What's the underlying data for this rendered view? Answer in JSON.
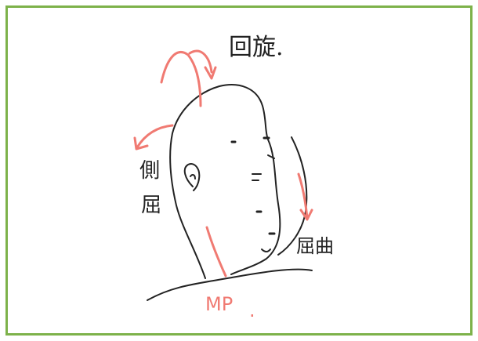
{
  "colors": {
    "border": "#7db24a",
    "ink": "#222222",
    "annotation_red": "#f07a72",
    "background": "#ffffff"
  },
  "labels": {
    "rotation": "回旋.",
    "lateral_flexion_line1": "側",
    "lateral_flexion_line2": "屈",
    "flexion": "屈曲",
    "joint": "MP",
    "joint_dot": "."
  }
}
